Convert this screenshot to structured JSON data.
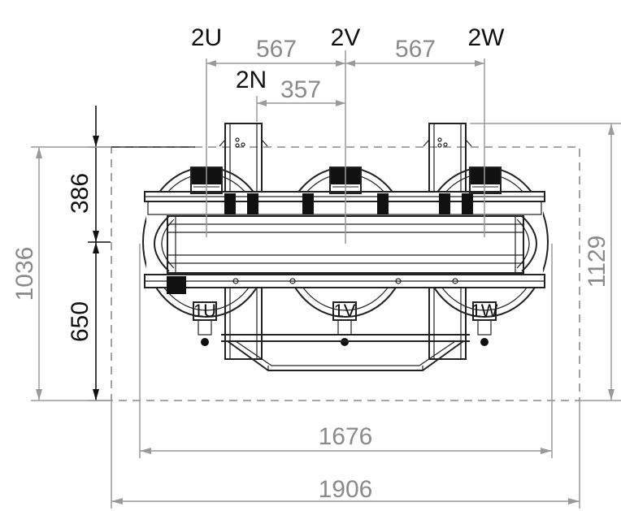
{
  "terminals": {
    "secondary": [
      "2U",
      "2V",
      "2W"
    ],
    "neutral": "2N",
    "primary": [
      "1U",
      "1V",
      "1W"
    ]
  },
  "dimensions": {
    "spacing_uv": "567",
    "spacing_vw": "567",
    "neutral_offset": "357",
    "top_height": "386",
    "bottom_height": "650",
    "total_depth": "1036",
    "overall_height": "1129",
    "inner_width": "1676",
    "overall_width": "1906"
  },
  "colors": {
    "line": "#222222",
    "dimension_gray": "#8a8a8a",
    "background": "#ffffff"
  }
}
